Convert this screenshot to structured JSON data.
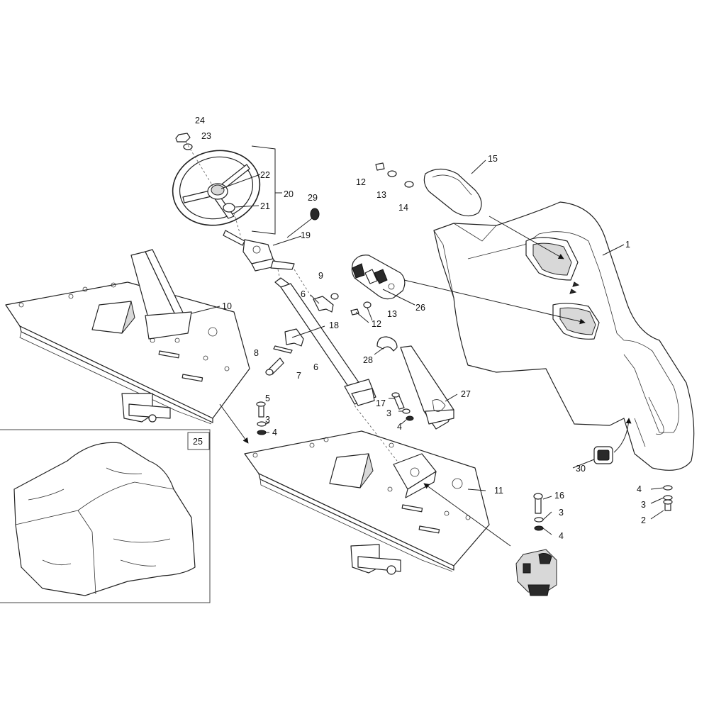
{
  "diagram": {
    "callouts": {
      "c1": "1",
      "c2": "2",
      "c3a": "3",
      "c3b": "3",
      "c3c": "3",
      "c3d": "3",
      "c4a": "4",
      "c4b": "4",
      "c4c": "4",
      "c4d": "4",
      "c5": "5",
      "c6a": "6",
      "c6b": "6",
      "c7": "7",
      "c8": "8",
      "c9": "9",
      "c10": "10",
      "c11": "11",
      "c12a": "12",
      "c12b": "12",
      "c13a": "13",
      "c13b": "13",
      "c14": "14",
      "c15": "15",
      "c16": "16",
      "c17": "17",
      "c18": "18",
      "c19": "19",
      "c20": "20",
      "c21": "21",
      "c22": "22",
      "c23": "23",
      "c24": "24",
      "c25": "25",
      "c26": "26",
      "c27": "27",
      "c28": "28",
      "c29": "29",
      "c30": "30"
    }
  }
}
